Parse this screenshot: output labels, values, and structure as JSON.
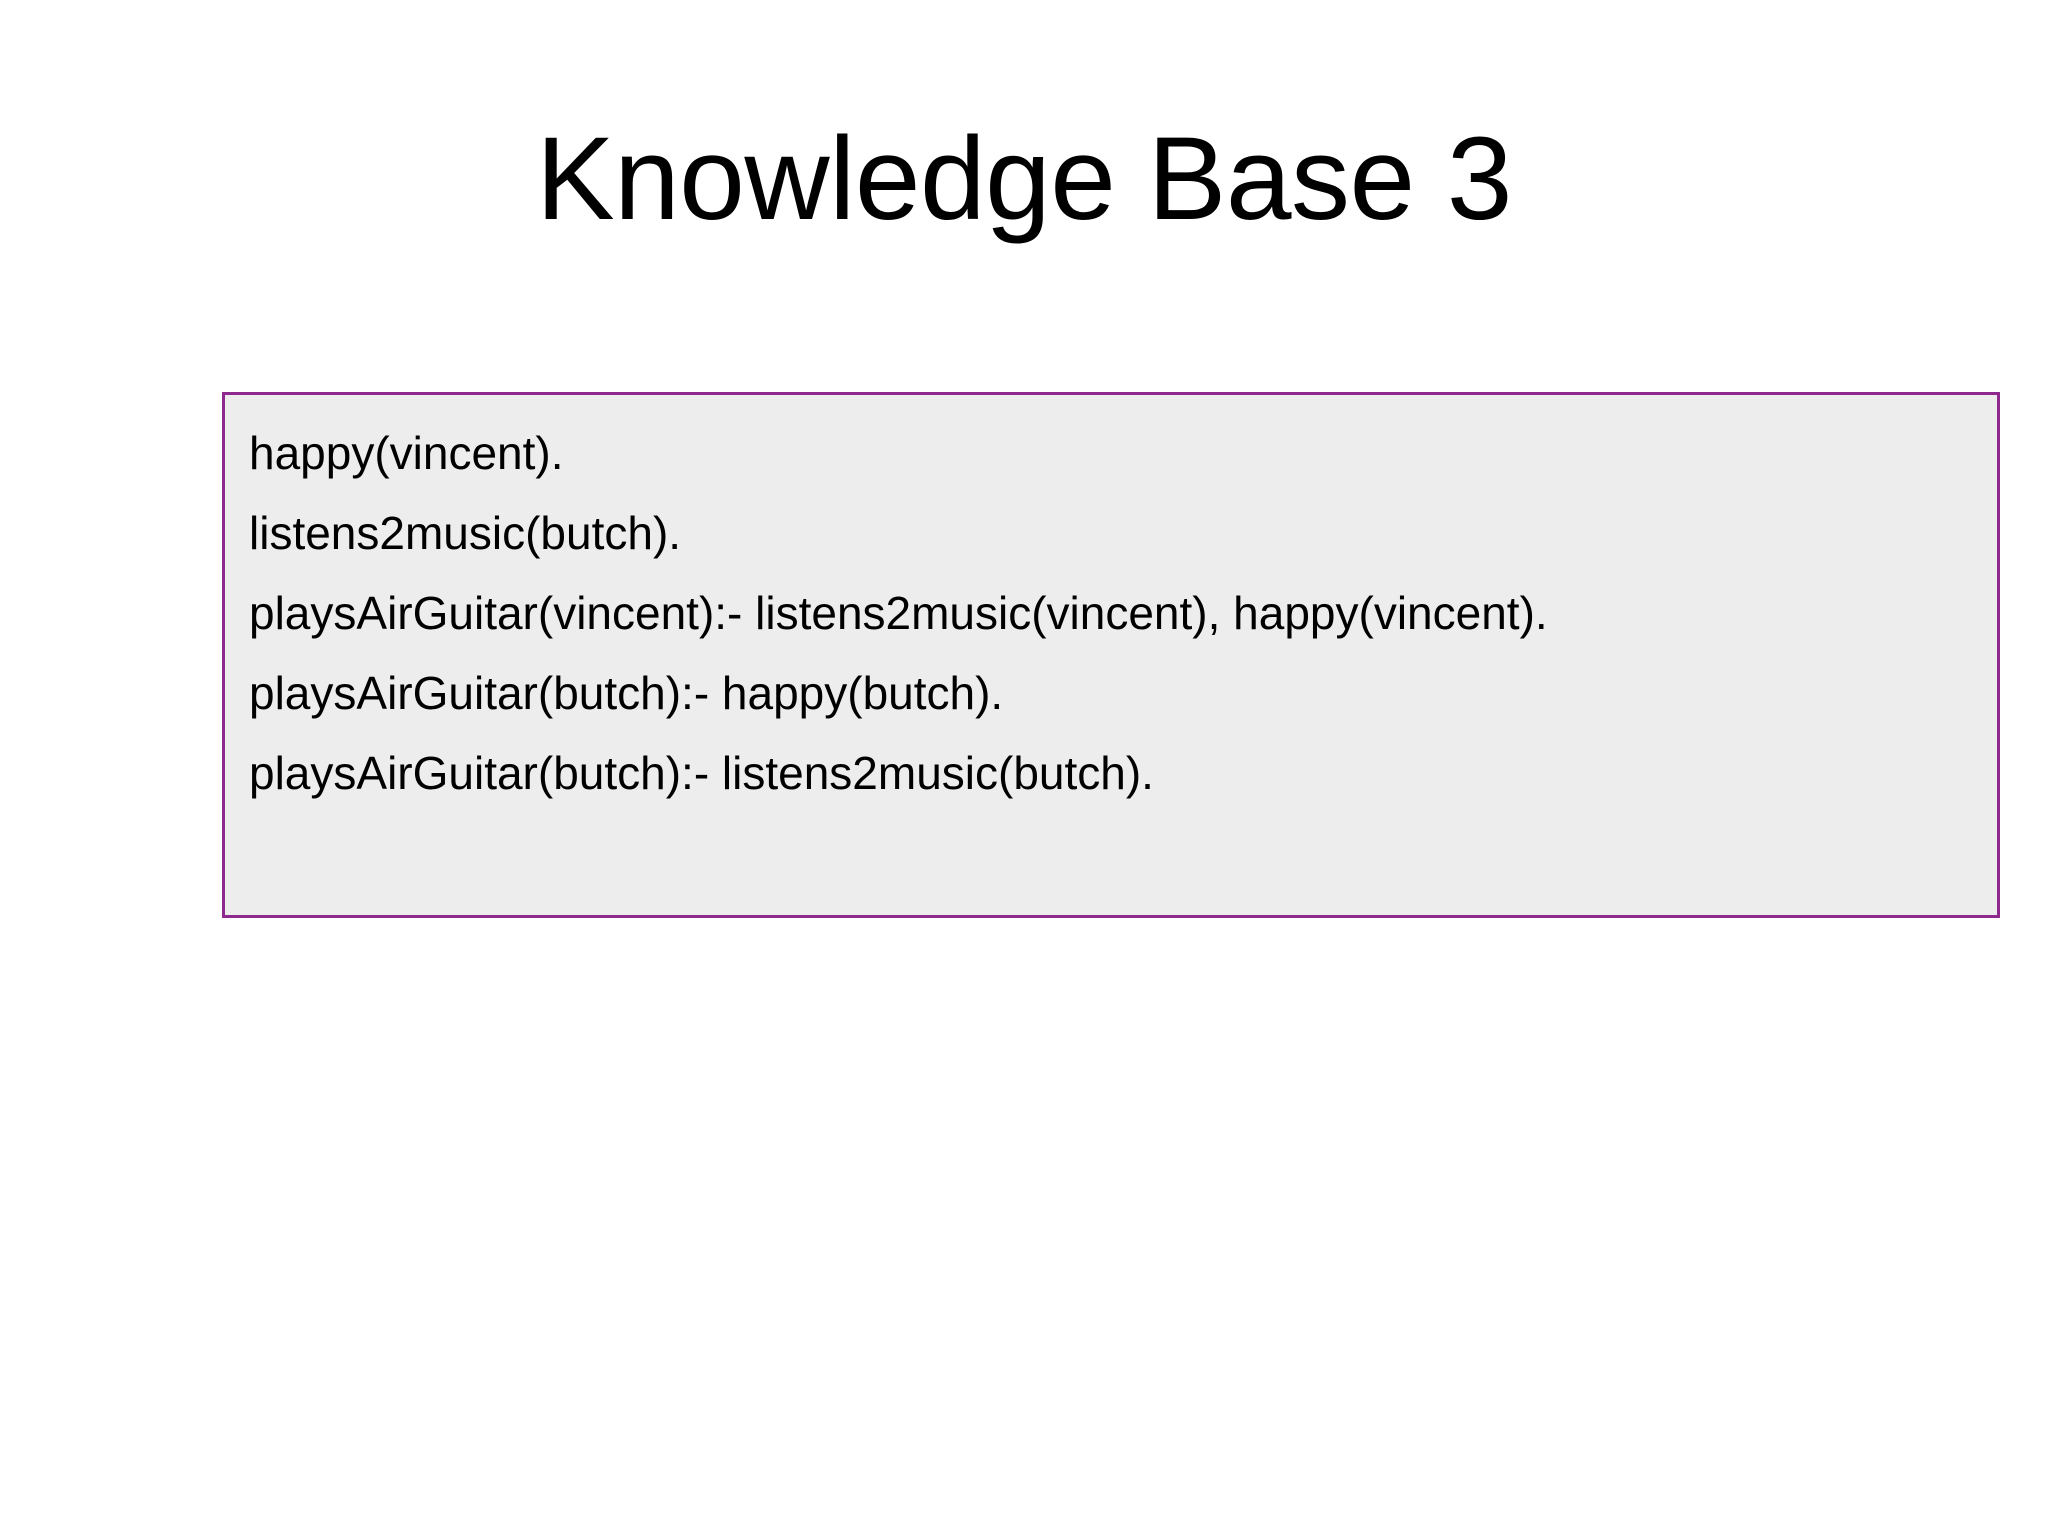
{
  "slide": {
    "title": "Knowledge Base 3",
    "background_color": "#ffffff",
    "title_color": "#000000"
  },
  "knowledge_base": {
    "box_fill_color": "#ededee",
    "box_border_color": "#8e2a8e",
    "text_color": "#000000",
    "lines": [
      "happy(vincent).",
      "listens2music(butch).",
      "playsAirGuitar(vincent):- listens2music(vincent), happy(vincent).",
      "playsAirGuitar(butch):- happy(butch).",
      "playsAirGuitar(butch):- listens2music(butch)."
    ]
  }
}
